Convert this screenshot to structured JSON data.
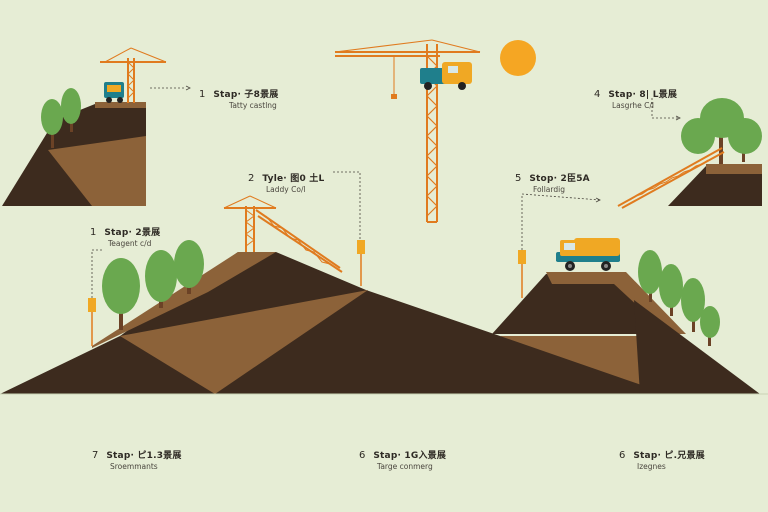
{
  "colors": {
    "background": "#e6edd5",
    "soil_dark": "#3d2b1e",
    "soil_light": "#8c6239",
    "crane": "#e07b1f",
    "truck_body": "#f0a824",
    "truck_trim": "#1f7f8c",
    "tree": "#6aa84f",
    "trunk": "#6b4226",
    "sun": "#f5a623",
    "leader_line": "#4a463e"
  },
  "icons": [
    "crane-icon",
    "dump-truck-icon",
    "tree-icon",
    "sun-icon",
    "marker-post-icon"
  ],
  "steps": [
    {
      "id": "a",
      "number": "1",
      "title": "Stap· 子8景展",
      "subtitle": "Tatty castlng"
    },
    {
      "id": "b",
      "number": "2",
      "title": "Tyle· 图0 土L",
      "subtitle": "Laddy Co/l"
    },
    {
      "id": "c",
      "number": "4",
      "title": "Stap· 8| L景展",
      "subtitle": "Lasgrhe C/l"
    },
    {
      "id": "d",
      "number": "1",
      "title": "Stap· 2景展",
      "subtitle": "Teagent c/d"
    },
    {
      "id": "e",
      "number": "5",
      "title": "Stop· 2臣5A",
      "subtitle": "Follardig"
    },
    {
      "id": "f",
      "number": "7",
      "title": "Stap· ピ1.3景展",
      "subtitle": "Sroemmants"
    },
    {
      "id": "g",
      "number": "6",
      "title": "Stap· 1G入景展",
      "subtitle": "Targe conmerg"
    },
    {
      "id": "h",
      "number": "6",
      "title": "Stap· ピ.兄景展",
      "subtitle": "Izegnes"
    }
  ]
}
